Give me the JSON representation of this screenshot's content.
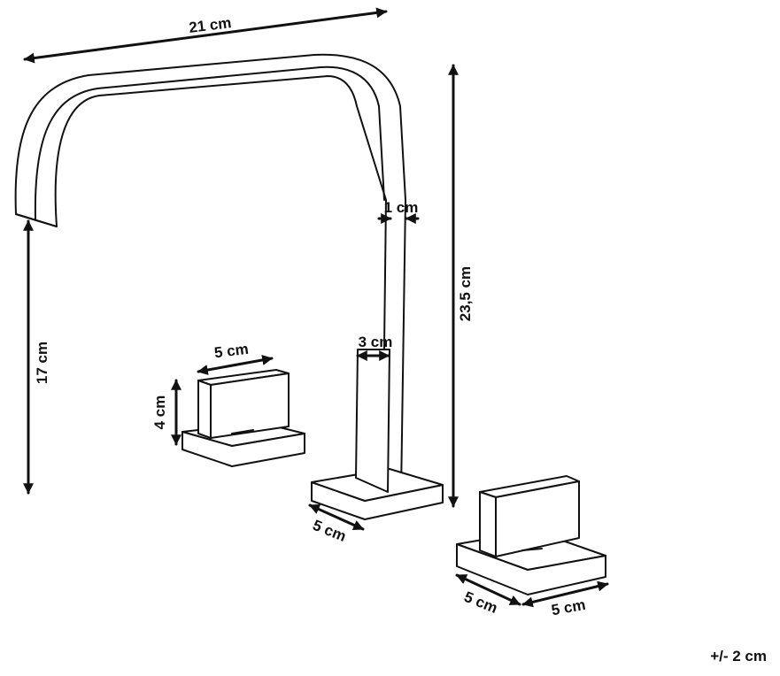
{
  "dimensions": {
    "spout_length": "21 cm",
    "total_height": "23,5 cm",
    "spout_height": "17 cm",
    "spout_thickness": "1 cm",
    "column_width": "3 cm",
    "handle_width": "5 cm",
    "handle_height": "4 cm",
    "base_depth": "5 cm",
    "right_base_depth": "5 cm",
    "right_base_width": "5 cm"
  },
  "tolerance": "+/- 2 cm",
  "colors": {
    "line": "#111111",
    "fill": "#ffffff"
  }
}
